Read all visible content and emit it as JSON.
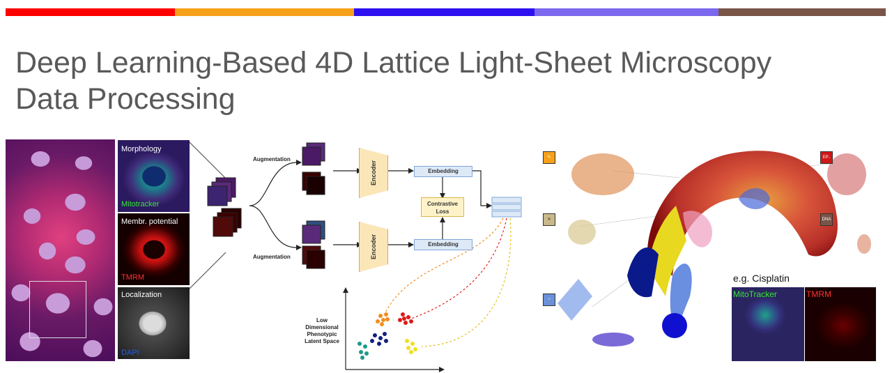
{
  "color_bar": {
    "segments": [
      {
        "color": "#ff0000",
        "width": 243
      },
      {
        "color": "#f7a11a",
        "width": 257
      },
      {
        "color": "#2c10f0",
        "width": 259
      },
      {
        "color": "#7b68ee",
        "width": 264
      },
      {
        "color": "#795548",
        "width": 240
      }
    ]
  },
  "title": {
    "line1": "Deep Learning-Based 4D Lattice Light-Sheet Microscopy",
    "line2": "Data Processing"
  },
  "microscopy": {
    "morphology_label": "Morphology",
    "mitotracker_label": "Mitotracker",
    "membrane_label": "Membr. potential",
    "tmrm_label": "TMRM",
    "localization_label": "Localization",
    "dapi_label": "DAPI"
  },
  "diagram": {
    "augmentation_top": "Augmentation",
    "augmentation_bottom": "Augmentation",
    "encoder_top": "Encoder",
    "encoder_bottom": "Encoder",
    "embedding_top": "Embedding",
    "embedding_bottom": "Embedding",
    "loss_line1": "Contrastive",
    "loss_line2": "Loss",
    "latent_line1": "Low",
    "latent_line2": "Dimensional",
    "latent_line3": "Phenotypic",
    "latent_line4": "Latent Space"
  },
  "umap": {
    "tag_ep": "EP..",
    "tag_dna": "DNA",
    "example_label": "e.g. Cisplatin",
    "panel_mito": "MitoTracker",
    "panel_tmrm": "TMRM"
  }
}
